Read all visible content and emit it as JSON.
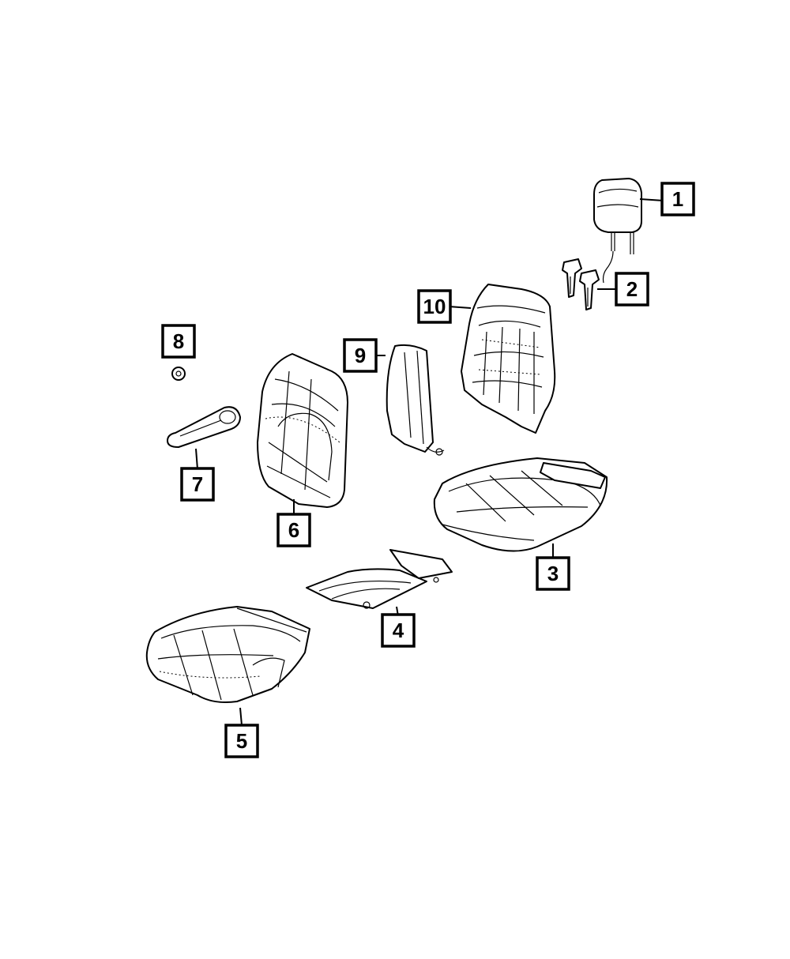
{
  "callouts": [
    {
      "id": "1",
      "label": "1",
      "part": "headrest"
    },
    {
      "id": "2",
      "label": "2",
      "part": "headrest-guide-sleeves"
    },
    {
      "id": "3",
      "label": "3",
      "part": "seat-cushion-frame"
    },
    {
      "id": "4",
      "label": "4",
      "part": "seat-heater-element"
    },
    {
      "id": "5",
      "label": "5",
      "part": "seat-cushion-cover"
    },
    {
      "id": "6",
      "label": "6",
      "part": "seat-back-cover"
    },
    {
      "id": "7",
      "label": "7",
      "part": "armrest"
    },
    {
      "id": "8",
      "label": "8",
      "part": "armrest-cap"
    },
    {
      "id": "9",
      "label": "9",
      "part": "seat-back-heater"
    },
    {
      "id": "10",
      "label": "10",
      "part": "seat-back-frame"
    }
  ],
  "colors": {
    "line": "#000000",
    "background": "#ffffff"
  }
}
